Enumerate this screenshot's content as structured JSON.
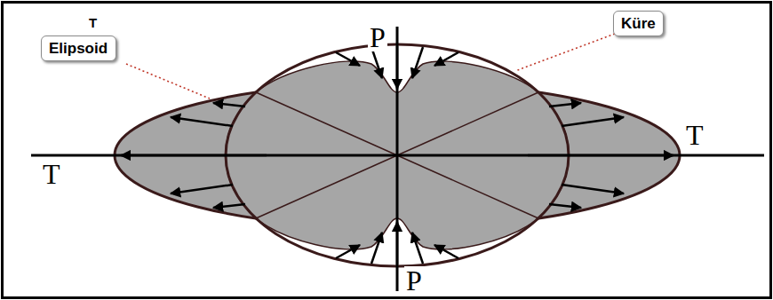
{
  "diagram": {
    "nodes": [
      {
        "text": [
          "Elipsoid"
        ]
      },
      {
        "text": [
          "Küre"
        ]
      }
    ],
    "labels": [
      "T",
      "P",
      "T",
      "T",
      "P"
    ]
  }
}
